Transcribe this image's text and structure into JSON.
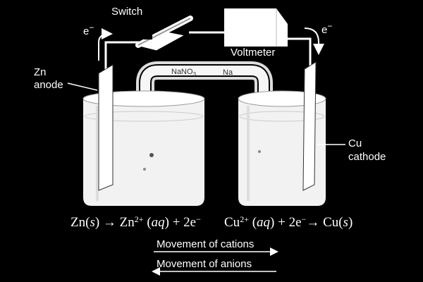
{
  "labels": {
    "switch": "Switch",
    "voltmeter": "Voltmeter",
    "electron_left": "e",
    "electron_right": "e",
    "electron_sign": "−",
    "zn_anode_line1": "Zn",
    "zn_anode_line2": "anode",
    "cu_cathode_line1": "Cu",
    "cu_cathode_line2": "cathode",
    "salt_bridge_left": "NaNO",
    "salt_bridge_sub": "3",
    "salt_bridge_right": "Na"
  },
  "equations": {
    "anode": {
      "p1": "Zn(",
      "p1_state": "s",
      "p2": ") → Zn",
      "charge": "2+",
      "p3": " (",
      "p3_state": "aq",
      "p4": ") + 2e",
      "electron_sign": "−"
    },
    "cathode": {
      "p1": "Cu",
      "charge": "2+",
      "p2": " (",
      "p2_state": "aq",
      "p3": ") + 2e",
      "electron_sign": "−",
      "p4": "→ Cu(",
      "p4_state": "s",
      "p5": ")"
    }
  },
  "movement": {
    "cations": "Movement of cations",
    "anions": "Movement of anions"
  },
  "colors": {
    "background": "#000000",
    "foreground": "#ffffff",
    "beaker_fill": "#f2f2f2"
  }
}
